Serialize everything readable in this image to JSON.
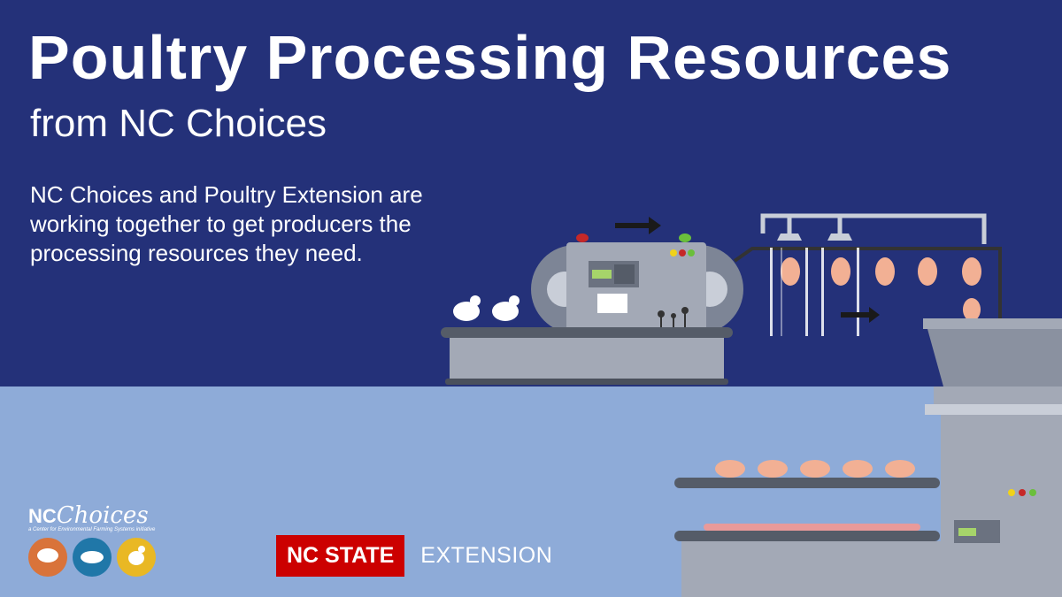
{
  "title": "Poultry Processing Resources",
  "subtitle": "from NC Choices",
  "description": "NC Choices and Poultry Extension are working together to get producers the processing resources they need.",
  "logos": {
    "nc_choices": {
      "prefix": "NC",
      "name": "Choices",
      "tagline": "a Center for Environmental Farming Systems initiative",
      "icons": [
        "cow-icon",
        "pig-icon",
        "chicken-icon"
      ],
      "colors": [
        "#d9733a",
        "#2077a8",
        "#e9b824"
      ]
    },
    "nc_state": {
      "box_label": "NC STATE",
      "label": "EXTENSION",
      "color": "#cc0000"
    }
  },
  "colors": {
    "background_top": "#243179",
    "background_bottom": "#8eabd8",
    "machine": "#a3a9b6"
  }
}
